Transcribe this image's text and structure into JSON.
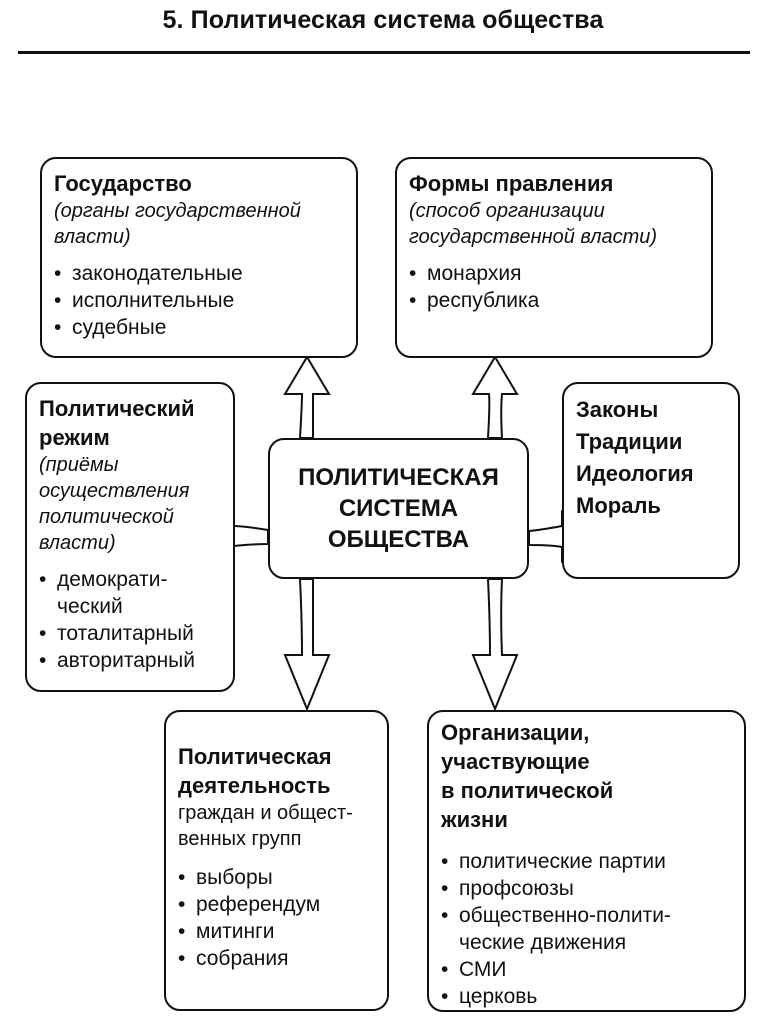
{
  "page": {
    "title": "5. Политическая система общества"
  },
  "diagram": {
    "center": {
      "lines": [
        "ПОЛИТИЧЕСКАЯ",
        "СИСТЕМА",
        "ОБЩЕСТВА"
      ]
    },
    "state": {
      "heading": "Государство",
      "subtitle": "(органы государственной власти)",
      "items": [
        "законодательные",
        "исполнительные",
        "судебные"
      ]
    },
    "forms_of_government": {
      "heading": "Формы правления",
      "subtitle_lines": [
        "(способ организации",
        "государственной власти)"
      ],
      "items": [
        "монархия",
        "республика"
      ]
    },
    "political_regime": {
      "heading_lines": [
        "Политический",
        "режим"
      ],
      "subtitle_lines": [
        "(приёмы",
        "осуществления",
        "политической",
        "власти)"
      ],
      "items": [
        {
          "lines": [
            "демократи-",
            "ческий"
          ]
        },
        {
          "lines": [
            "тоталитарный"
          ]
        },
        {
          "lines": [
            "авторитарный"
          ]
        }
      ]
    },
    "norms": {
      "lines": [
        "Законы",
        "Традиции",
        "Идеология",
        "Мораль"
      ]
    },
    "political_activity": {
      "heading_lines": [
        "Политическая",
        "деятельность"
      ],
      "subtitle_lines": [
        "граждан и общест-",
        "венных групп"
      ],
      "items": [
        "выборы",
        "референдум",
        "митинги",
        "собрания"
      ]
    },
    "organizations": {
      "heading_lines": [
        "Организации,",
        "участвующие",
        "в политической",
        "жизни"
      ],
      "items": [
        {
          "lines": [
            "политические партии"
          ]
        },
        {
          "lines": [
            "профсоюзы"
          ]
        },
        {
          "lines": [
            "общественно-полити-",
            "ческие движения"
          ]
        },
        {
          "lines": [
            "СМИ"
          ]
        },
        {
          "lines": [
            "церковь"
          ]
        }
      ]
    },
    "colors": {
      "stroke": "#111111",
      "background": "#ffffff"
    }
  }
}
